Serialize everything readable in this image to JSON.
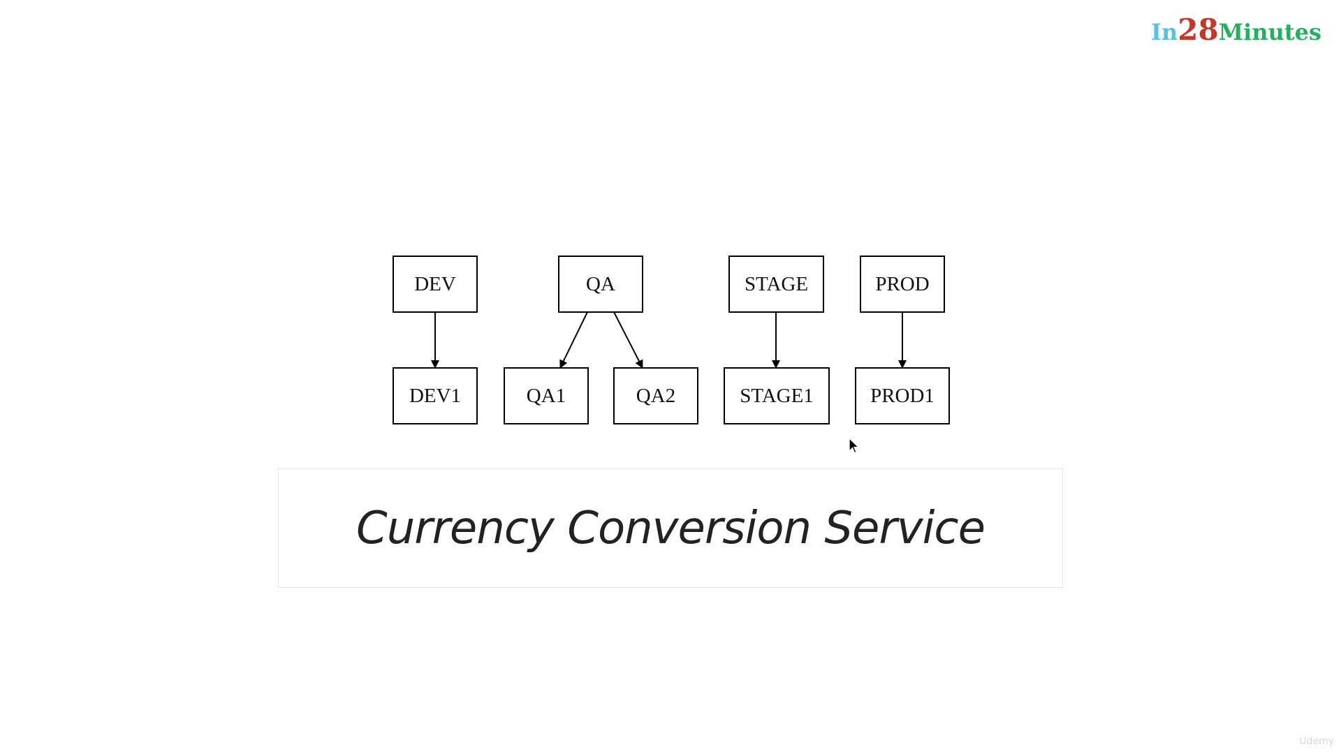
{
  "logo": {
    "prefix": "In",
    "number": "28",
    "suffix": "Minutes",
    "colors": {
      "prefix": "#5bc0de",
      "number": "#c0392b",
      "suffix": "#27ae60"
    }
  },
  "diagram": {
    "nodes": [
      {
        "id": "dev",
        "label": "DEV"
      },
      {
        "id": "qa",
        "label": "QA"
      },
      {
        "id": "stage",
        "label": "STAGE"
      },
      {
        "id": "prod",
        "label": "PROD"
      },
      {
        "id": "dev1",
        "label": "DEV1"
      },
      {
        "id": "qa1",
        "label": "QA1"
      },
      {
        "id": "qa2",
        "label": "QA2"
      },
      {
        "id": "stage1",
        "label": "STAGE1"
      },
      {
        "id": "prod1",
        "label": "PROD1"
      }
    ],
    "edges": [
      {
        "from": "dev",
        "to": "dev1"
      },
      {
        "from": "qa",
        "to": "qa1"
      },
      {
        "from": "qa",
        "to": "qa2"
      },
      {
        "from": "stage",
        "to": "stage1"
      },
      {
        "from": "prod",
        "to": "prod1"
      }
    ]
  },
  "title": "Currency Conversion Service",
  "watermark": "Udemy"
}
